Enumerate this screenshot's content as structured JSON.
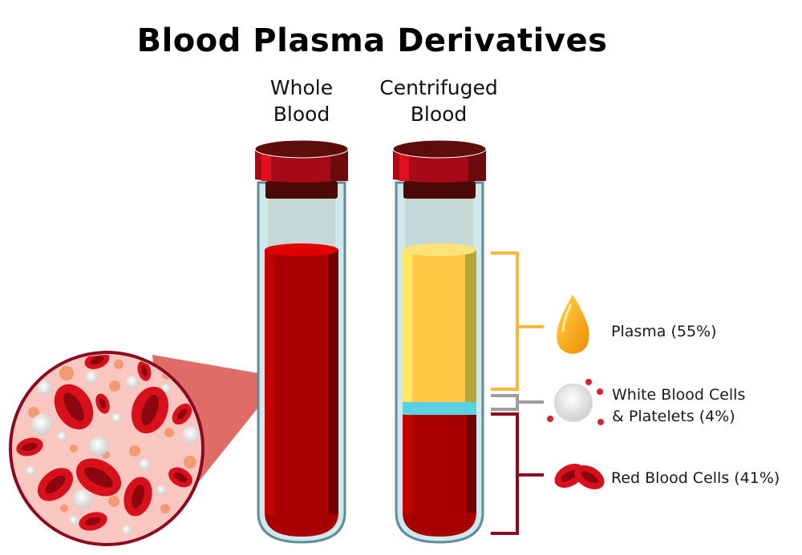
{
  "title": "Blood Plasma Derivatives",
  "tubes": [
    {
      "id": "whole",
      "label_line1": "Whole",
      "label_line2": "Blood"
    },
    {
      "id": "centrifuged",
      "label_line1": "Centrifuged",
      "label_line2": "Blood"
    }
  ],
  "components": [
    {
      "name": "Plasma",
      "percent": 55,
      "label": "Plasma (55%)",
      "color": "#fbb73c",
      "icon": "plasma-drop-icon"
    },
    {
      "name": "White Blood Cells & Platelets",
      "percent": 4,
      "label_line1": "White Blood Cells",
      "label_line2": "& Platelets (4%)",
      "color": "#9e9e9e",
      "icon": "white-blood-cell-icon"
    },
    {
      "name": "Red Blood Cells",
      "percent": 41,
      "label": "Red Blood Cells (41%)",
      "color": "#8b0a1f",
      "icon": "red-blood-cells-icon"
    }
  ],
  "colors": {
    "blood": "#a80000",
    "plasma": "#fec845",
    "buffy_coat": "#5bd0e0",
    "cap": "#a50a16",
    "magnifier_bg": "#f9c6c0",
    "magnifier_border": "#8b0a1f"
  },
  "magnifier": {
    "description": "magnified view of whole blood showing red blood cells, white blood cells and platelets"
  }
}
